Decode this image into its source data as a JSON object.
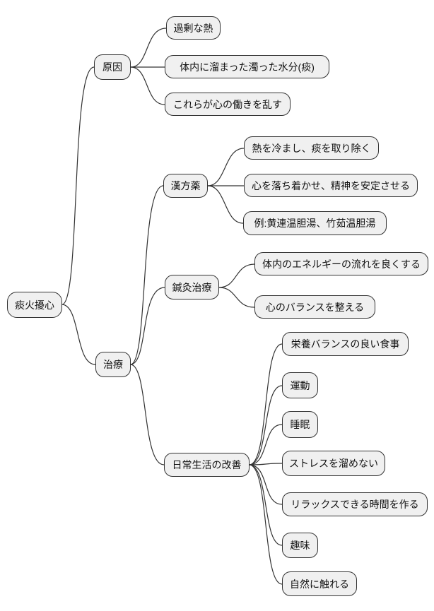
{
  "mindmap": {
    "type": "mindmap",
    "root": {
      "label": "痰火擾心"
    },
    "branches": [
      {
        "label": "原因",
        "children": [
          {
            "label": "過剰な熱"
          },
          {
            "label": "体内に溜まった濁った水分(痰)"
          },
          {
            "label": "これらが心の働きを乱す"
          }
        ]
      },
      {
        "label": "治療",
        "children": [
          {
            "label": "漢方薬",
            "children": [
              {
                "label": "熱を冷まし、痰を取り除く"
              },
              {
                "label": "心を落ち着かせ、精神を安定させる"
              },
              {
                "label": "例:黄連温胆湯、竹茹温胆湯"
              }
            ]
          },
          {
            "label": "鍼灸治療",
            "children": [
              {
                "label": "体内のエネルギーの流れを良くする"
              },
              {
                "label": "心のバランスを整える"
              }
            ]
          },
          {
            "label": "日常生活の改善",
            "children": [
              {
                "label": "栄養バランスの良い食事"
              },
              {
                "label": "運動"
              },
              {
                "label": "睡眠"
              },
              {
                "label": "ストレスを溜めない"
              },
              {
                "label": "リラックスできる時間を作る"
              },
              {
                "label": "趣味"
              },
              {
                "label": "自然に触れる"
              }
            ]
          }
        ]
      }
    ],
    "colors": {
      "background": "#ffffff",
      "node_fill": "#f0f0f0",
      "node_border": "#333333",
      "edge": "#333333",
      "text": "#111111"
    }
  }
}
